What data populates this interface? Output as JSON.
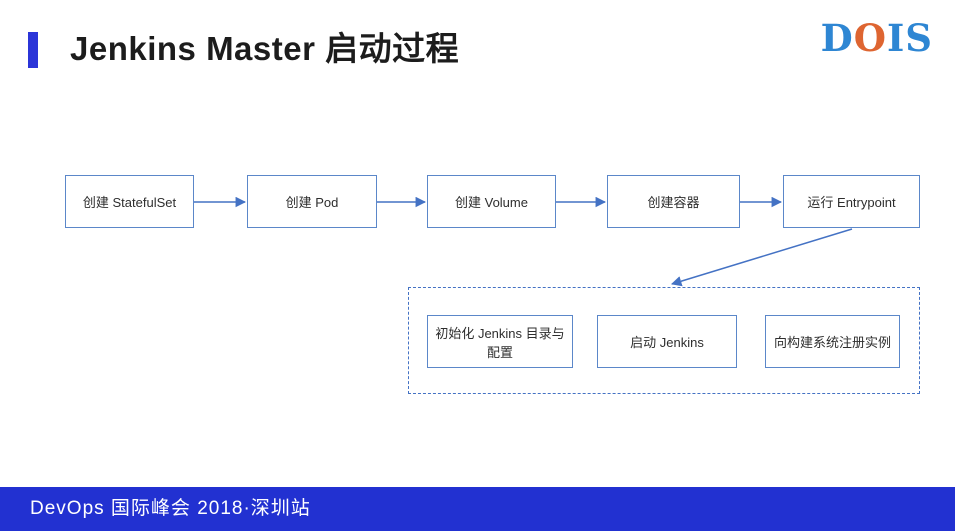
{
  "slide": {
    "title": "Jenkins Master 启动过程",
    "accent_bar_color": "#2b35d8",
    "logo": {
      "d": "D",
      "o": "O",
      "i": "I",
      "s": "S",
      "blue": "#2e86d3",
      "orange": "#de6531"
    },
    "flowchart": {
      "main_steps": [
        {
          "label": "创建 StatefulSet"
        },
        {
          "label": "创建 Pod"
        },
        {
          "label": "创建 Volume"
        },
        {
          "label": "创建容器"
        },
        {
          "label": "运行 Entrypoint"
        }
      ],
      "sub_steps": [
        {
          "label": "初始化 Jenkins 目录与配置"
        },
        {
          "label": "启动 Jenkins"
        },
        {
          "label": "向构建系统注册实例"
        }
      ],
      "box_border_color": "#5b87c9",
      "arrow_color": "#4472c4"
    },
    "footer": {
      "text": "DevOps 国际峰会 2018·深圳站",
      "bar_color": "#2231d1"
    }
  }
}
